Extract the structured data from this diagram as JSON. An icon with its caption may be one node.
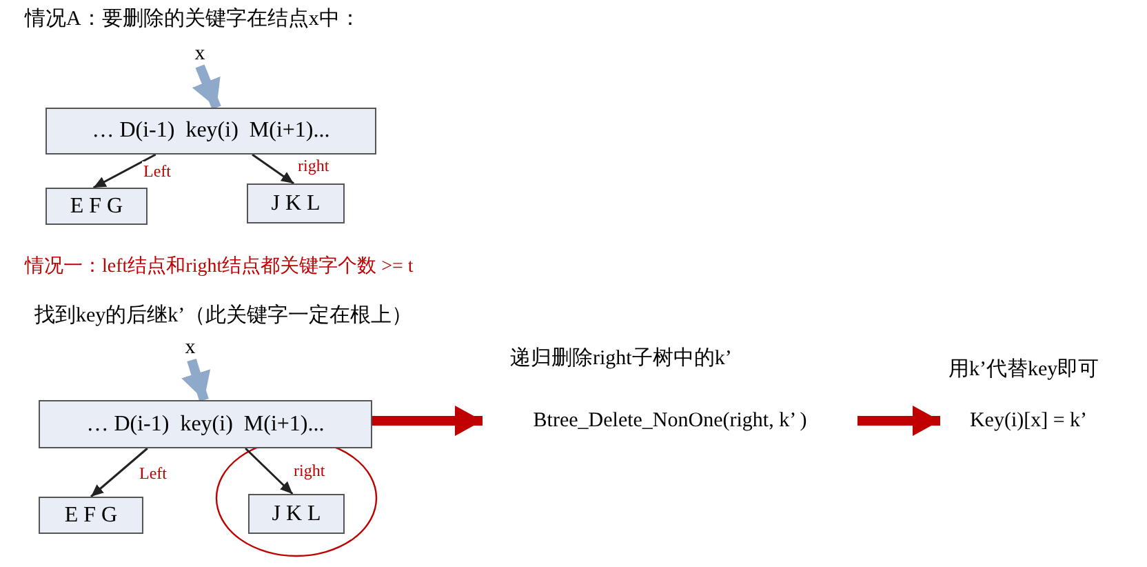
{
  "diagram": {
    "nodes": [
      {
        "text": [
          "x"
        ]
      },
      {
        "text": [
          "… D(i-1)  key(i)  M(i+1)..."
        ]
      },
      {
        "text": [
          "E F G"
        ]
      },
      {
        "text": [
          "J K L"
        ]
      },
      {
        "text": [
          "x"
        ]
      },
      {
        "text": [
          "… D(i-1)  key(i)  M(i+1)..."
        ]
      },
      {
        "text": [
          "E F G"
        ]
      },
      {
        "text": [
          "J K L"
        ]
      },
      {
        "text": [
          "Btree_Delete_NonOne(right, k’ )"
        ],
        "beside": [
          "递归删除right子树中的k’"
        ]
      },
      {
        "text": [
          "Key(i)[x] = k’"
        ],
        "beside": [
          "用k’代替key即可"
        ]
      }
    ],
    "edges": [
      {
        "from": 0,
        "to": 1,
        "arrow": "to",
        "style": "thick",
        "color": "#8ea9c9"
      },
      {
        "from": 1,
        "to": 2,
        "arrow": "to",
        "label": "Left"
      },
      {
        "from": 1,
        "to": 3,
        "arrow": "to",
        "label": "right"
      },
      {
        "from": 4,
        "to": 5,
        "arrow": "to",
        "style": "thick",
        "color": "#8ea9c9"
      },
      {
        "from": 5,
        "to": 6,
        "arrow": "to",
        "label": "Left"
      },
      {
        "from": 5,
        "to": 7,
        "arrow": "to",
        "label": "right"
      },
      {
        "from": 5,
        "to": 8,
        "arrow": "to",
        "style": "thick",
        "color": "#c00000"
      },
      {
        "from": 8,
        "to": 9,
        "arrow": "to",
        "style": "thick",
        "color": "#c00000"
      }
    ],
    "labels": [
      "情况A：要删除的关键字在结点x中：",
      "情况一：left结点和right结点都关键字个数 >= t",
      "找到key的后继k’（此关键字一定在根上）"
    ]
  }
}
